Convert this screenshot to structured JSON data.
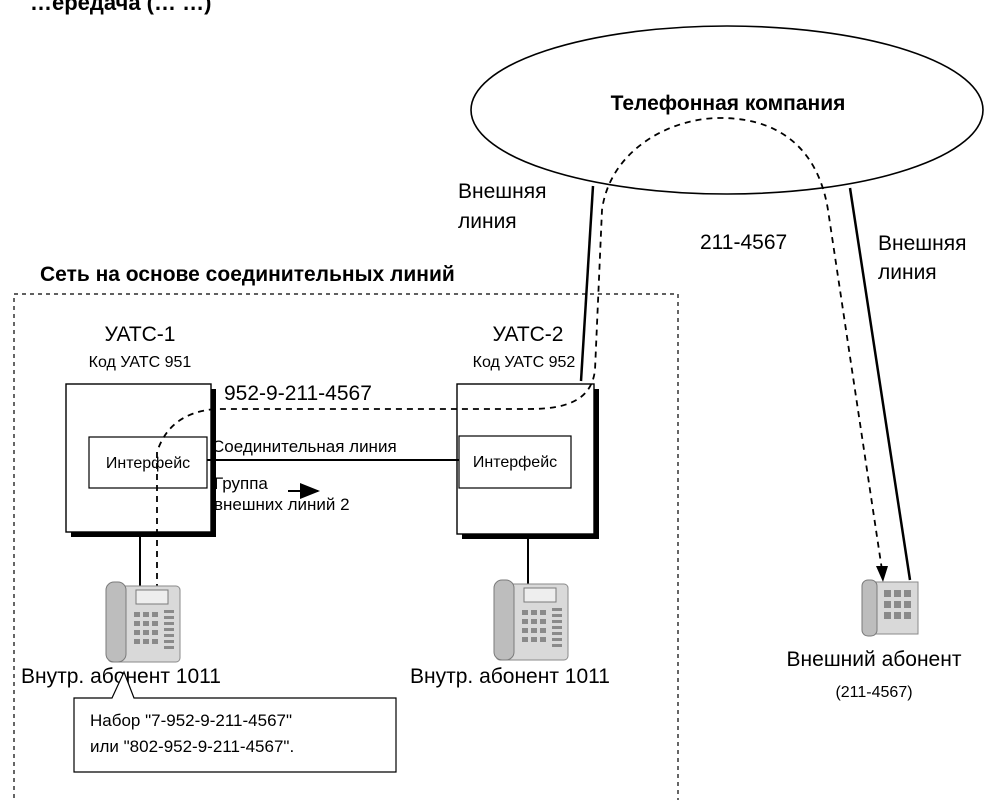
{
  "header": {
    "cut_title": "…ередача (… …)"
  },
  "labels": {
    "company": "Телефонная компания",
    "outer_line_left_1": "Внешняя",
    "outer_line_left_2": "линия",
    "outer_line_right_1": "Внешняя",
    "outer_line_right_2": "линия",
    "number": "211-4567",
    "network": "Сеть на основе соединительных линий",
    "pbx1_name": "УАТС-1",
    "pbx1_code": "Код УАТС 951",
    "pbx2_name": "УАТС-2",
    "pbx2_code": "Код УАТС 952",
    "dial_route": "952-9-211-4567",
    "interface_1": "Интерфейс",
    "interface_2": "Интерфейс",
    "trunk_line": "Соединительная линия",
    "group_1": "Группа",
    "group_2": "внешних линий 2",
    "ext1": "Внутр. абонент 1011",
    "ext2": "Внутр. абонент 1011",
    "external_subscriber": "Внешний абонент",
    "external_number": "(211-4567)",
    "callout_1": "Набор \"7-952-9-211-4567\"",
    "callout_2": "или \"802-952-9-211-4567\"."
  },
  "icons": {
    "phone1": "desk-phone-icon",
    "phone2": "desk-phone-icon",
    "phone3": "small-phone-icon"
  },
  "colors": {
    "line": "#000000",
    "phone_body": "#d9d9d9",
    "phone_dark": "#9a9a9a"
  }
}
